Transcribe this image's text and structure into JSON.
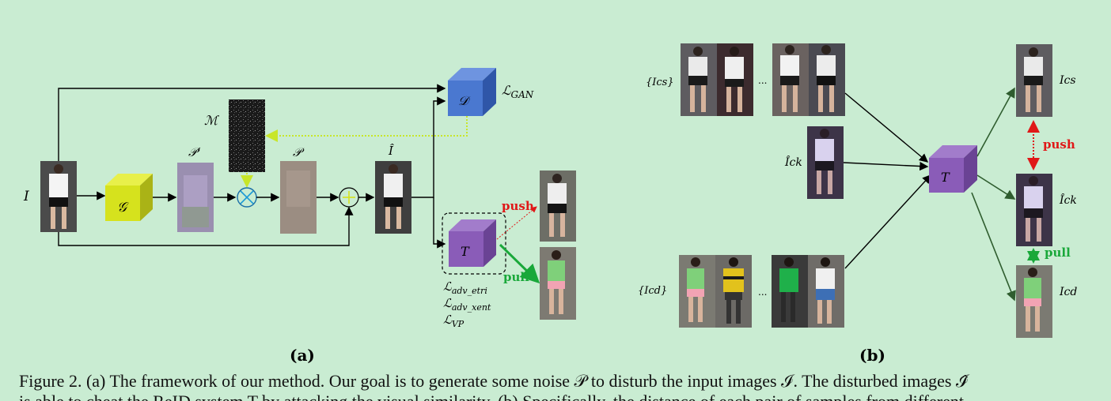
{
  "colors": {
    "background": "#c9ecd2",
    "generator": "#d6e21d",
    "discriminator": "#4a78d0",
    "target": "#8a5cb8",
    "push": "#e01818",
    "pull": "#19a83a",
    "mask_arrow": "#c8e62a"
  },
  "panel_a": {
    "input_label": "I",
    "generator_label": "𝒢",
    "noise_raw_label": "𝒫‘",
    "mask_label": "ℳ",
    "noise_label": "𝒫",
    "disturbed_label": "Î",
    "discriminator_label": "𝒟",
    "target_label": "T",
    "loss_gan": "ℒGAN",
    "loss_gan_main": "ℒ",
    "loss_gan_sub": "GAN",
    "loss1_main": "ℒ",
    "loss1_sub": "adv_etri",
    "loss2_main": "ℒ",
    "loss2_sub": "adv_xent",
    "loss3_main": "ℒ",
    "loss3_sub": "VP",
    "push_label": "push",
    "pull_label": "pull",
    "panel_label": "(a)"
  },
  "panel_b": {
    "ics_set_label": "{Ics}",
    "icd_set_label": "{Icd}",
    "ellipsis": "...",
    "ick_hat_left": "Îck",
    "target_label": "T",
    "out_ics": "Ics",
    "out_ick_hat": "Îck",
    "out_icd": "Icd",
    "push_label": "push",
    "pull_label": "pull",
    "panel_label": "(b)"
  },
  "caption": {
    "line1": "Figure 2. (a) The framework of our method. Our goal is to generate some noise 𝒫 to disturb the input images ℐ. The disturbed images ℐ̂",
    "line2": "is able to cheat the ReID system T by attacking the visual similarity. (b) Specifically, the distance of each pair of samples from different"
  }
}
